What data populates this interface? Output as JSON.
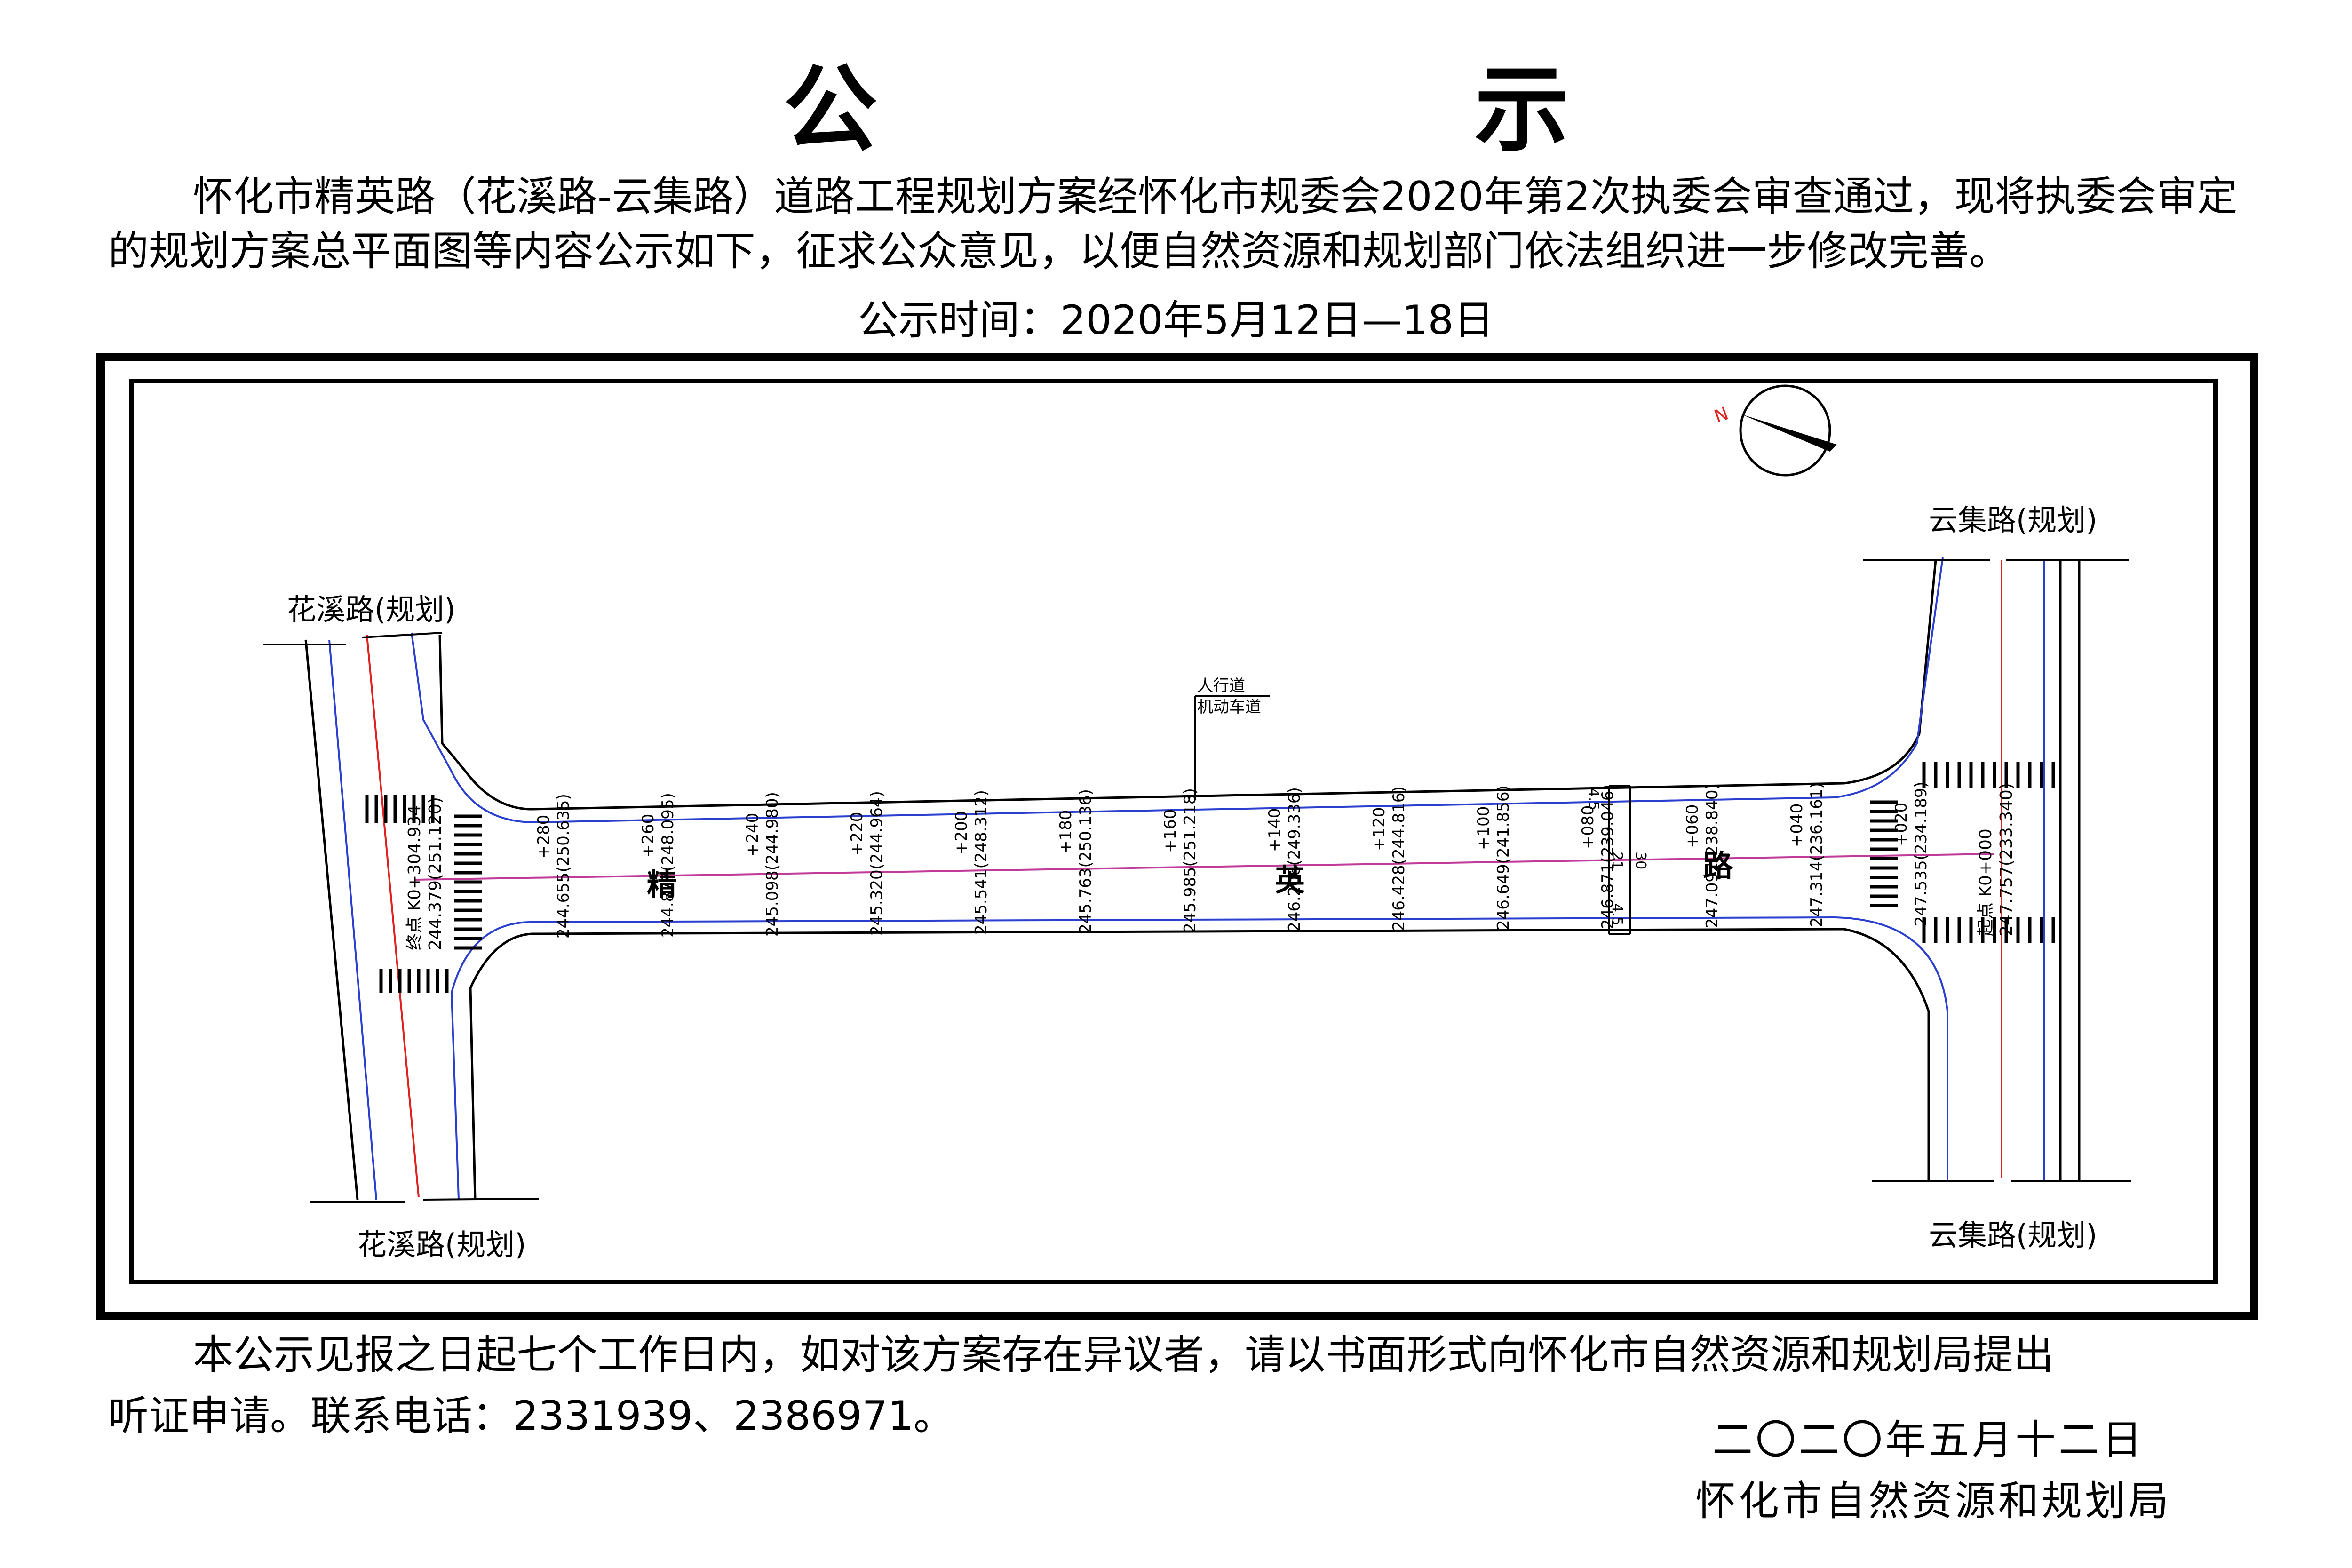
{
  "notice": {
    "title": "公  示",
    "paragraph_line1": "怀化市精英路（花溪路-云集路）道路工程规划方案经怀化市规委会2020年第2次执委会审查通过，现将执委会审定",
    "paragraph_line2": "的规划方案总平面图等内容公示如下，征求公众意见，以便自然资源和规划部门依法组织进一步修改完善。",
    "period": "公示时间：2020年5月12日—18日"
  },
  "plan": {
    "north_label": "N",
    "road_labels": {
      "huaxi_top": "花溪路(规划)",
      "huaxi_bottom": "花溪路(规划)",
      "yunji_top": "云集路(规划)",
      "yunji_bottom": "云集路(规划)"
    },
    "road_name_chars": [
      "精",
      "英",
      "路"
    ],
    "callout": {
      "sidewalk": "人行道",
      "carriageway": "机动车道"
    },
    "cross_section": {
      "side_top": "4.5",
      "carriageway": "21",
      "total": "30",
      "side_bottom": "4.5"
    },
    "end_point": {
      "name": "终点 K0+304.934",
      "elev": "244.379(251.120)"
    },
    "start_point": {
      "name": "起点 K0+000",
      "elev": "247.757(233.340)"
    },
    "stations": [
      {
        "chainage": "+280",
        "elev": "244.655(250.635)"
      },
      {
        "chainage": "+260",
        "elev": "244.877(248.095)"
      },
      {
        "chainage": "+240",
        "elev": "245.098(244.980)"
      },
      {
        "chainage": "+220",
        "elev": "245.320(244.964)"
      },
      {
        "chainage": "+200",
        "elev": "245.541(248.312)"
      },
      {
        "chainage": "+180",
        "elev": "245.763(250.136)"
      },
      {
        "chainage": "+160",
        "elev": "245.985(251.218)"
      },
      {
        "chainage": "+140",
        "elev": "246.206(249.336)"
      },
      {
        "chainage": "+120",
        "elev": "246.428(244.816)"
      },
      {
        "chainage": "+100",
        "elev": "246.649(241.856)"
      },
      {
        "chainage": "+080",
        "elev": "246.871(239.046)"
      },
      {
        "chainage": "+060",
        "elev": "247.092(238.840)"
      },
      {
        "chainage": "+040",
        "elev": "247.314(236.161)"
      },
      {
        "chainage": "+020",
        "elev": "247.535(234.189)"
      }
    ]
  },
  "footer": {
    "line1": "本公示见报之日起七个工作日内，如对该方案存在异议者，请以书面形式向怀化市自然资源和规划局提出",
    "line2": "听证申请。联系电话：2331939、2386971。",
    "date": "二〇二〇年五月十二日",
    "org": "怀化市自然资源和规划局"
  },
  "colors": {
    "centerline": "#e0201e",
    "lane_line": "#2a3fd0",
    "profile_line": "#c03a9a"
  }
}
